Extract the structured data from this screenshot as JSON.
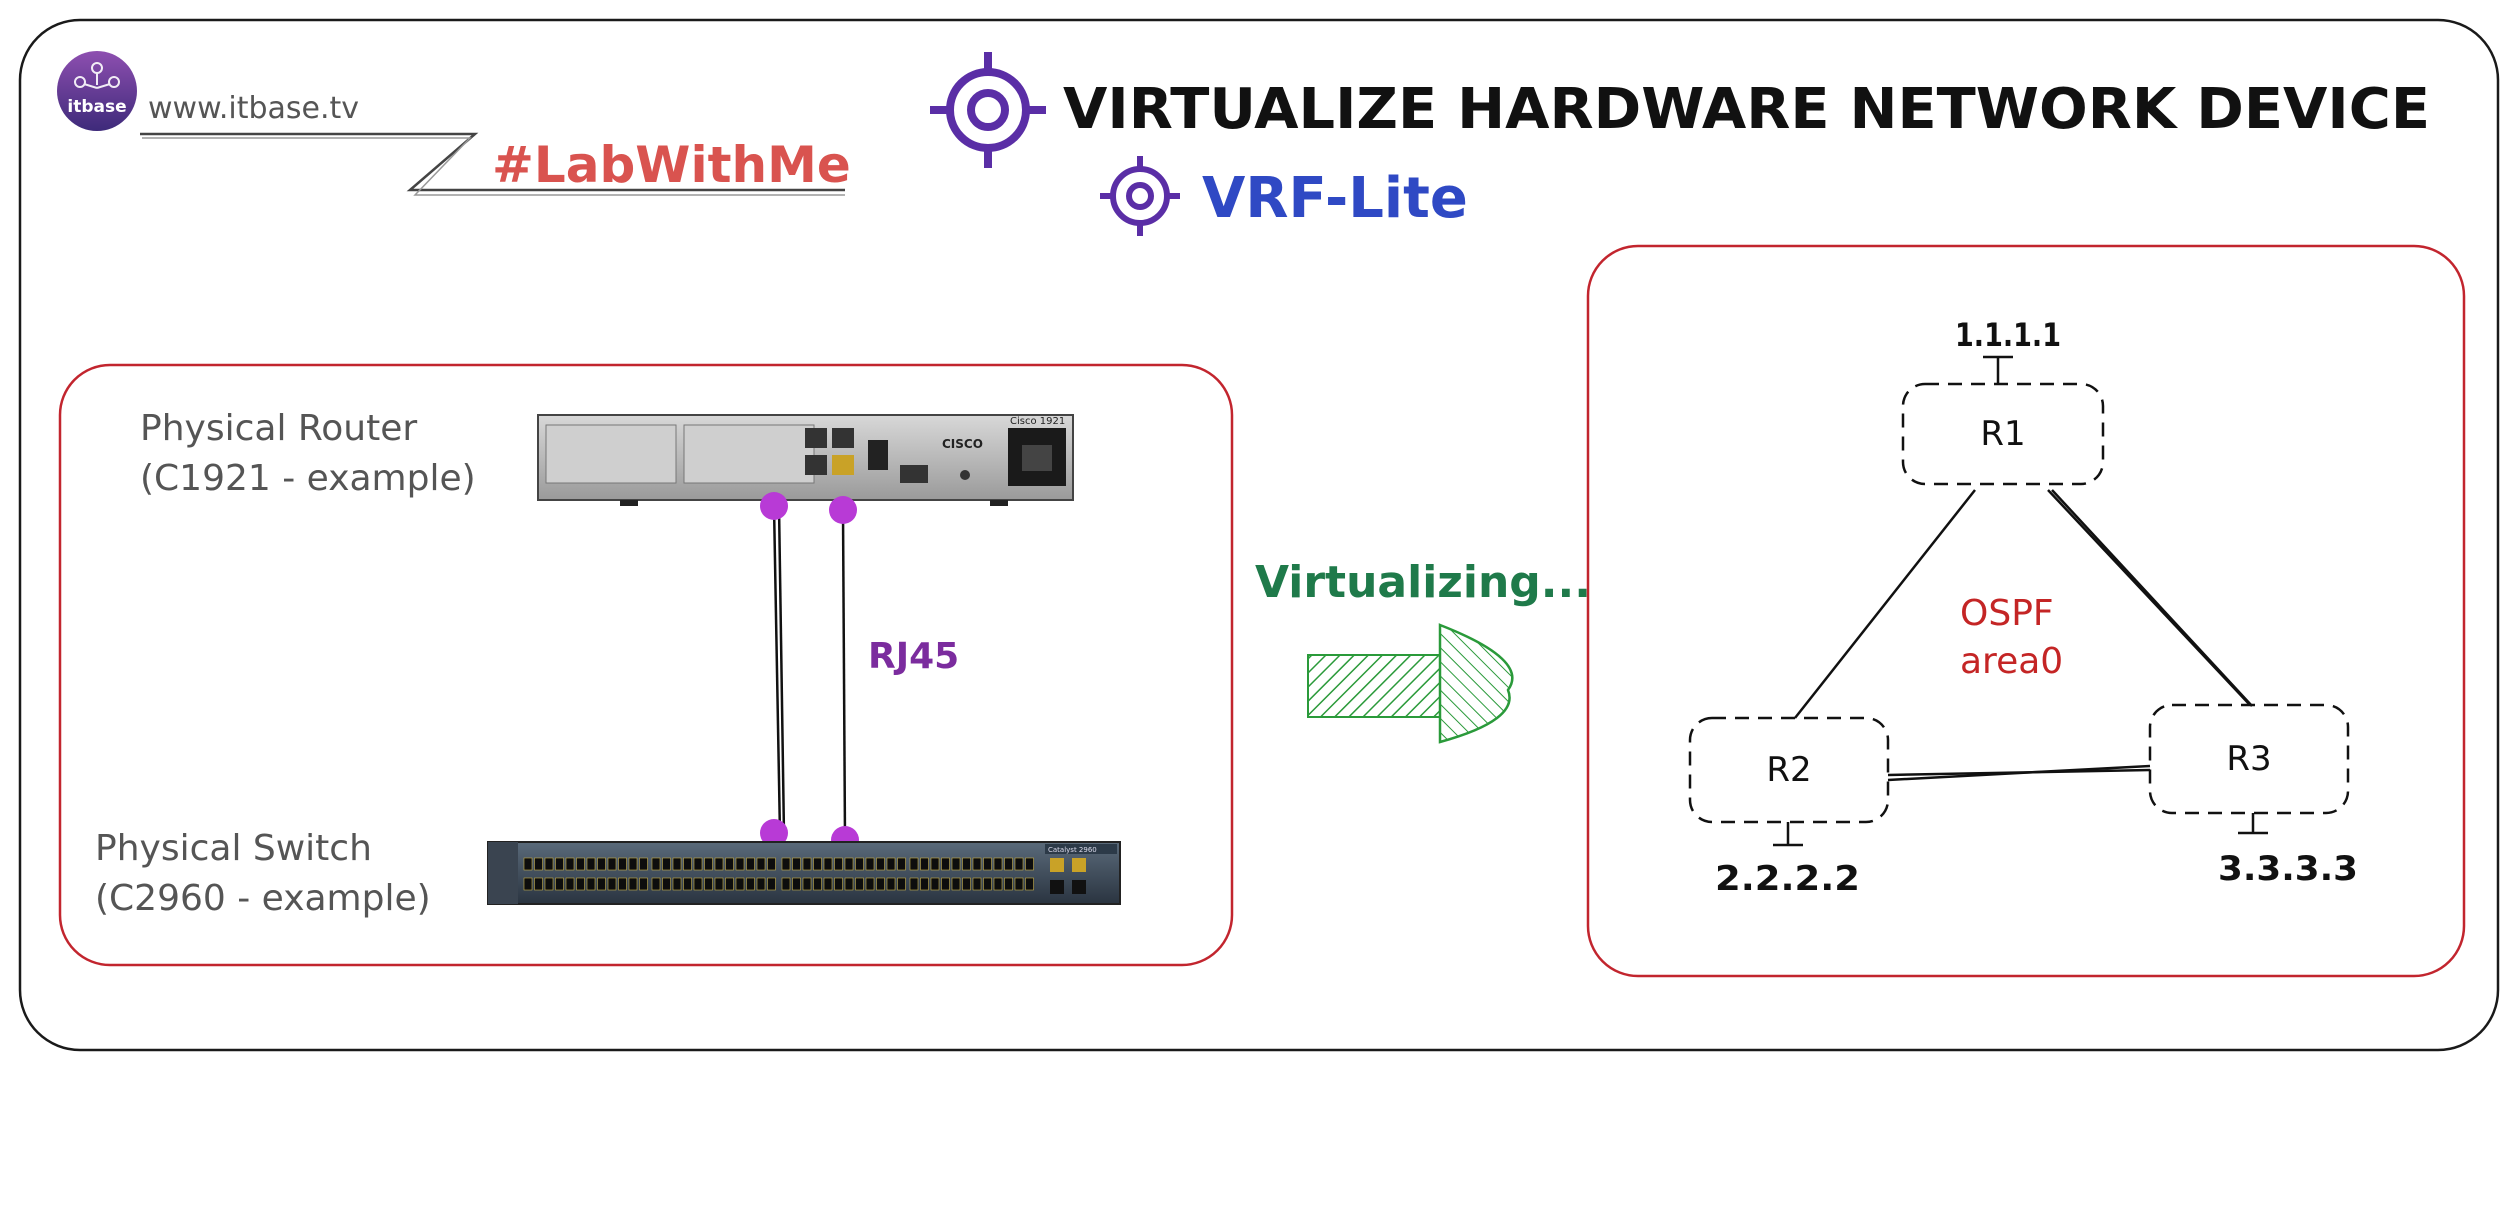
{
  "brand": {
    "logo_text": "itbase",
    "website": "www.itbase.tv",
    "hashtag": "#LabWithMe"
  },
  "header": {
    "title": "VIRTUALIZE HARDWARE NETWORK DEVICE",
    "subtitle": "VRF-Lite"
  },
  "physical": {
    "router_label_line1": "Physical Router",
    "router_label_line2": "(C1921 - example)",
    "switch_label_line1": "Physical Switch",
    "switch_label_line2": "(C2960 - example)",
    "cable_label": "RJ45",
    "router_brand": "CISCO",
    "router_model": "Cisco 1921",
    "switch_model": "Catalyst 2960"
  },
  "transition": {
    "label": "Virtualizing..."
  },
  "virtual": {
    "routers": [
      {
        "name": "R1",
        "ip": "1.1.1.1"
      },
      {
        "name": "R2",
        "ip": "2.2.2.2"
      },
      {
        "name": "R3",
        "ip": "3.3.3.3"
      }
    ],
    "protocol_line1": "OSPF",
    "protocol_line2": "area0"
  },
  "colors": {
    "frame": "#1a1a1a",
    "panel_border": "#c2252e",
    "accent_purple": "#5a2ea6",
    "accent_blue": "#2f49c4",
    "hashtag_red": "#d9534f",
    "cable_purple": "#7b2c9e",
    "dot_magenta": "#b83ad6",
    "green": "#1f7a4a",
    "ospf_red": "#c42525",
    "gray_text": "#555555"
  }
}
